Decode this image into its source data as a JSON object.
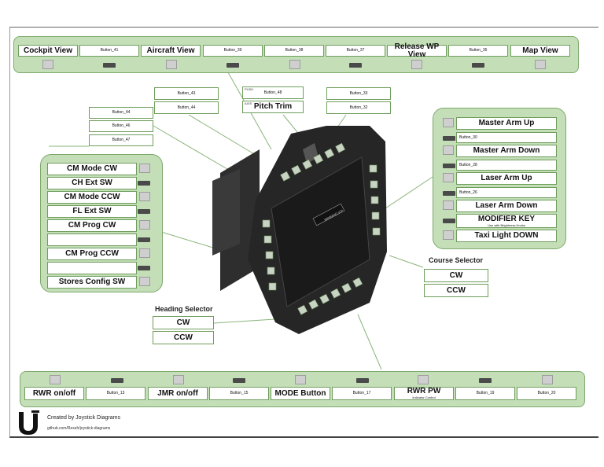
{
  "top_bar": {
    "items": [
      {
        "label": "Cockpit View",
        "style": "big",
        "control": "switch"
      },
      {
        "label": "Button_41",
        "style": "small",
        "control": "led"
      },
      {
        "label": "Aircraft View",
        "style": "big",
        "control": "switch"
      },
      {
        "label": "Button_39",
        "style": "small",
        "control": "led"
      },
      {
        "label": "Button_38",
        "style": "small",
        "control": "switch"
      },
      {
        "label": "Button_37",
        "style": "small",
        "control": "led"
      },
      {
        "label": "Release WP View",
        "style": "big",
        "control": "switch"
      },
      {
        "label": "Button_35",
        "style": "small",
        "control": "led"
      },
      {
        "label": "Map View",
        "style": "big",
        "control": "switch"
      }
    ]
  },
  "upper_left_stack": {
    "top": "Button_43",
    "bottom": "Button_44"
  },
  "upper_mid": {
    "push_tag": "PUSH",
    "push_label": "Button_48",
    "axis_tag": "AXIS",
    "axis_label": "Pitch Trim"
  },
  "upper_right_stack": {
    "top": "Button_33",
    "bottom": "Button_32"
  },
  "left_mini": [
    "Button_44",
    "Button_46",
    "Button_47"
  ],
  "left_group": {
    "items": [
      {
        "label": "CM Mode CW",
        "control": "switch"
      },
      {
        "label": "CH Ext SW",
        "control": "led"
      },
      {
        "label": "CM Mode CCW",
        "control": "switch"
      },
      {
        "label": "FL Ext SW",
        "control": "led"
      },
      {
        "label": "CM Prog CW",
        "control": "switch"
      },
      {
        "label": "",
        "control": "led"
      },
      {
        "label": "CM Prog CCW",
        "control": "switch"
      },
      {
        "label": "",
        "control": "led"
      },
      {
        "label": "Stores Config SW",
        "control": "switch"
      }
    ]
  },
  "right_group": {
    "items": [
      {
        "label": "Master Arm Up",
        "sub": "",
        "style": "big",
        "control": "switch"
      },
      {
        "label": "Button_30",
        "sub": "",
        "style": "small",
        "control": "led"
      },
      {
        "label": "Master Arm Down",
        "sub": "",
        "style": "big",
        "control": "switch"
      },
      {
        "label": "Button_28",
        "sub": "",
        "style": "small",
        "control": "led"
      },
      {
        "label": "Laser Arm Up",
        "sub": "",
        "style": "big",
        "control": "switch"
      },
      {
        "label": "Button_26",
        "sub": "",
        "style": "small",
        "control": "led"
      },
      {
        "label": "Laser Arm Down",
        "sub": "",
        "style": "big",
        "control": "switch"
      },
      {
        "label": "MODIFIER KEY",
        "sub": "Use with Brightness Knobs",
        "style": "big",
        "control": "led"
      },
      {
        "label": "Taxi Light DOWN",
        "sub": "",
        "style": "big",
        "control": "switch"
      }
    ]
  },
  "course_selector": {
    "title": "Course Selector",
    "cw": "CW",
    "ccw": "CCW"
  },
  "heading_selector": {
    "title": "Heading Selector",
    "cw": "CW",
    "ccw": "CCW"
  },
  "bottom_bar": {
    "items": [
      {
        "label": "RWR on/off",
        "sub": "",
        "style": "big",
        "control": "switch"
      },
      {
        "label": "Button_13",
        "sub": "",
        "style": "small",
        "control": "led"
      },
      {
        "label": "JMR on/off",
        "sub": "",
        "style": "big",
        "control": "switch"
      },
      {
        "label": "Button_15",
        "sub": "",
        "style": "small",
        "control": "led"
      },
      {
        "label": "MODE Button",
        "sub": "",
        "style": "big",
        "control": "switch"
      },
      {
        "label": "Button_17",
        "sub": "",
        "style": "small",
        "control": "led"
      },
      {
        "label": "RWR PW",
        "sub": "Indicator Control",
        "style": "big",
        "control": "switch"
      },
      {
        "label": "Button_19",
        "sub": "",
        "style": "small",
        "control": "led"
      },
      {
        "label": "Button_20",
        "sub": "",
        "style": "small",
        "control": "switch"
      }
    ]
  },
  "device": {
    "screen_text": "WINWING ICP"
  },
  "credit": {
    "line1": "Created by Joystick Diagrams",
    "line2": "github.com/Rexeh/joystick-diagrams"
  },
  "colors": {
    "bar_fill": "#c4dfb8",
    "bar_border": "#7da96d",
    "led": "#4a4a4a",
    "switch": "#cfcfcf"
  }
}
